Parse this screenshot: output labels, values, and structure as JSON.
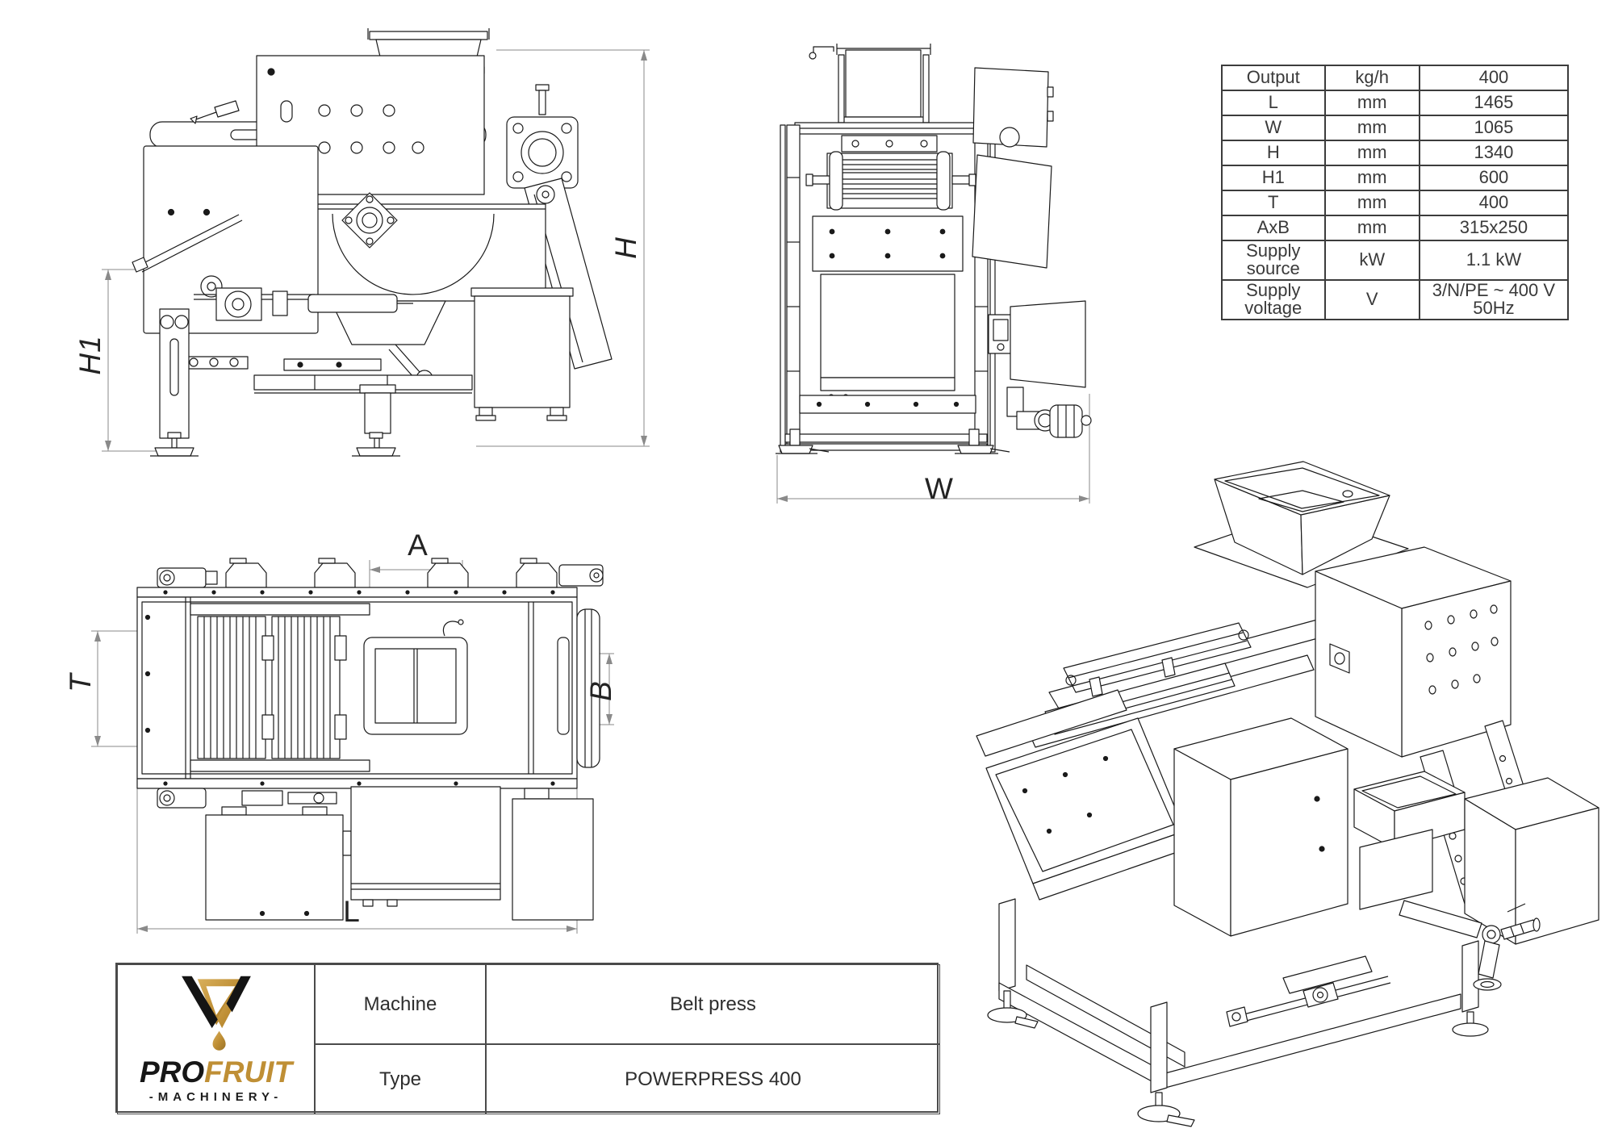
{
  "dimensions": {
    "h": "H",
    "h1": "H1",
    "w": "W",
    "l": "L",
    "a": "A",
    "b": "B",
    "t": "T"
  },
  "spec_table": {
    "rows": [
      {
        "param": "Output",
        "unit": "kg/h",
        "value": "400"
      },
      {
        "param": "L",
        "unit": "mm",
        "value": "1465"
      },
      {
        "param": "W",
        "unit": "mm",
        "value": "1065"
      },
      {
        "param": "H",
        "unit": "mm",
        "value": "1340"
      },
      {
        "param": "H1",
        "unit": "mm",
        "value": "600"
      },
      {
        "param": "T",
        "unit": "mm",
        "value": "400"
      },
      {
        "param": "AxB",
        "unit": "mm",
        "value": "315x250"
      },
      {
        "param": "Supply source",
        "unit": "kW",
        "value": "1.1 kW"
      },
      {
        "param": "Supply voltage",
        "unit": "V",
        "value": "3/N/PE ~ 400 V 50Hz"
      }
    ]
  },
  "title_block": {
    "machine_label": "Machine",
    "machine_value": "Belt press",
    "type_label": "Type",
    "type_value": "POWERPRESS 400",
    "brand": {
      "pro": "PRO",
      "fruit": "FRUIT",
      "machinery": "-MACHINERY-"
    }
  },
  "colors": {
    "line": "#1a1a1a",
    "dim": "#8a8a8a",
    "gold": "#bf8f35",
    "black": "#141414"
  }
}
